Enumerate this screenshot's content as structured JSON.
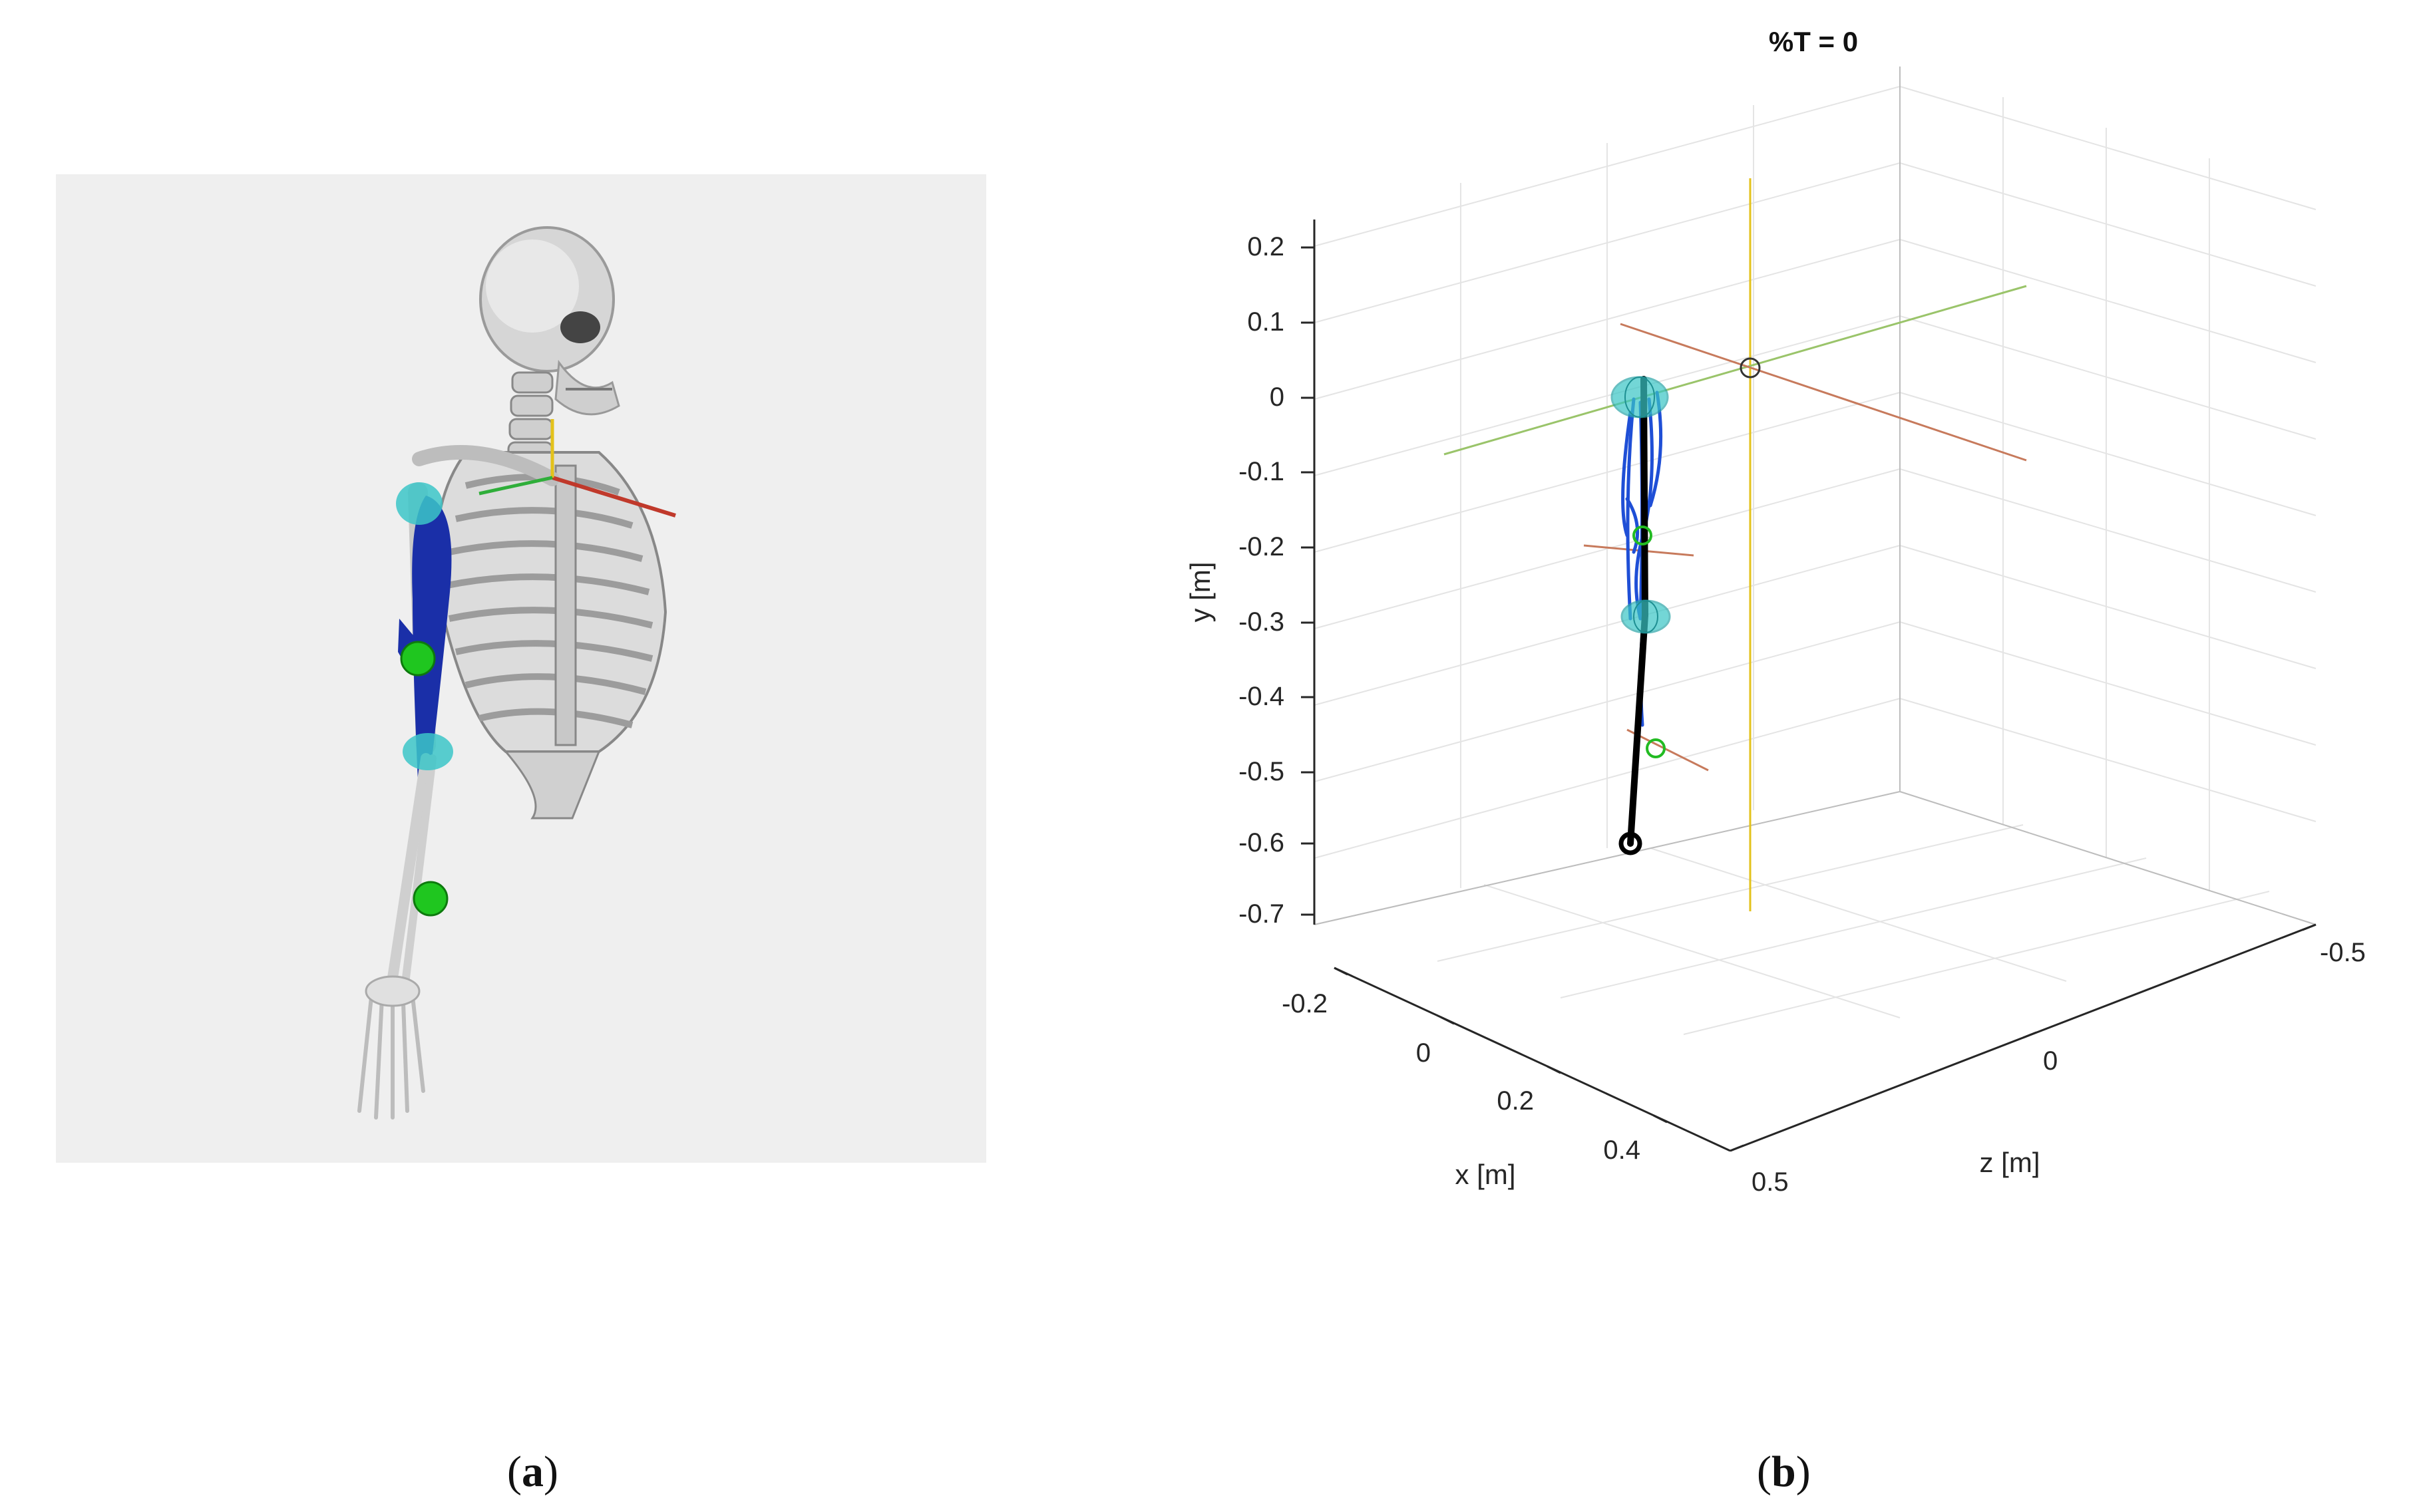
{
  "panel_a": {
    "caption_letter": "a",
    "background_color": "#efefef"
  },
  "panel_b": {
    "caption_letter": "b",
    "title": "%T = 0",
    "ylabel": "y [m]",
    "xlabel": "x [m]",
    "zlabel": "z [m]",
    "y_ticks": [
      "0.2",
      "0.1",
      "0",
      "-0.1",
      "-0.2",
      "-0.3",
      "-0.4",
      "-0.5",
      "-0.6",
      "-0.7"
    ],
    "x_ticks": [
      "-0.2",
      "0",
      "0.2",
      "0.4"
    ],
    "z_ticks": [
      "0.5",
      "0",
      "-0.5"
    ],
    "colors": {
      "bone_line": "#000000",
      "muscle": "#1f4fd6",
      "joint_marker": "#39c6c6",
      "com_marker": "#22bb22",
      "frame_x": "#c0503a",
      "frame_y": "#e0c040",
      "frame_z": "#8cbf5a"
    }
  }
}
